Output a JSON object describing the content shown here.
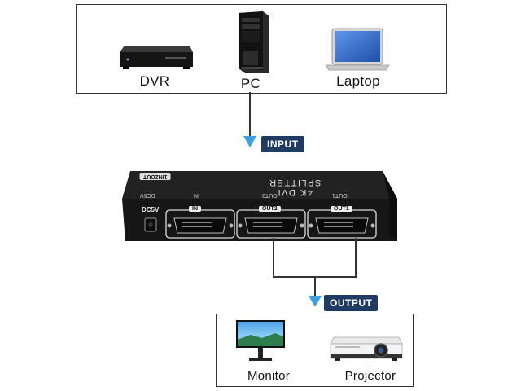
{
  "sources": {
    "dvr_label": "DVR",
    "pc_label": "PC",
    "laptop_label": "Laptop"
  },
  "input_tag": "INPUT",
  "output_tag": "OUTPUT",
  "splitter": {
    "title": "4K DVI SPLITTER",
    "power_label": "DC5V",
    "power_label_rev": "DC5V",
    "in_label": "IN",
    "out2_label": "OUT2",
    "out1_label": "OUT1",
    "port_in": "IN",
    "port_out2": "OUT2",
    "port_out1": "OUT1",
    "badge": "1IN2OUT"
  },
  "outputs": {
    "monitor_label": "Monitor",
    "projector_label": "Projector"
  },
  "colors": {
    "tag_bg": "#1f3b63",
    "arrow": "#3aa0e6",
    "device_body": "#1a1a1a"
  }
}
